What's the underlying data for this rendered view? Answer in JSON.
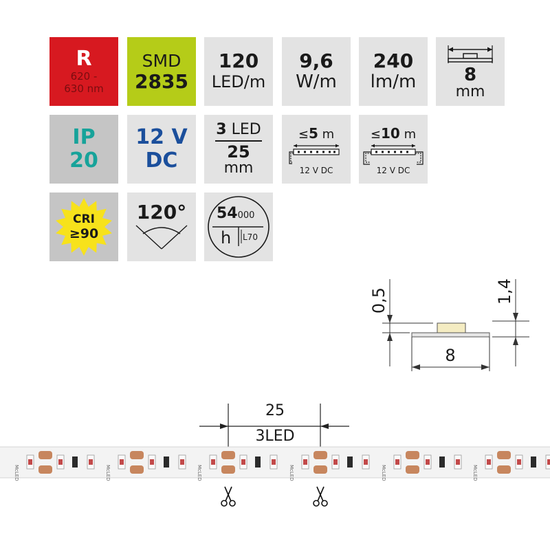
{
  "tiles": {
    "color": {
      "letter": "R",
      "wavelength_line1": "620 -",
      "wavelength_line2": "630 nm"
    },
    "smd": {
      "line1": "SMD",
      "line2": "2835"
    },
    "led_density": {
      "value": "120",
      "unit": "LED/m"
    },
    "power": {
      "value": "9,6",
      "unit": "W/m"
    },
    "luminous": {
      "value": "240",
      "unit": "lm/m"
    },
    "width": {
      "value": "8",
      "unit": "mm"
    },
    "ip": {
      "line1": "IP",
      "line2": "20"
    },
    "voltage": {
      "line1": "12 V",
      "line2": "DC"
    },
    "segment": {
      "count": "3",
      "count_unit": "LED",
      "length": "25",
      "length_unit": "mm"
    },
    "feed_one": {
      "prefix": "≤",
      "value": "5",
      "unit": "m",
      "voltage": "12 V DC"
    },
    "feed_two": {
      "prefix": "≤",
      "value": "10",
      "unit": "m",
      "voltage": "12 V DC"
    },
    "cri": {
      "line1": "CRI",
      "line2": "≥90"
    },
    "angle": {
      "value": "120°"
    },
    "lifetime": {
      "value": "54",
      "suffix": "000",
      "unit": "h",
      "standard": "L70"
    }
  },
  "profile": {
    "height_led": "0,5",
    "height_total": "1,4",
    "width": "8"
  },
  "strip": {
    "segment_length": "25",
    "segment_leds": "3LED",
    "brand": "McLED"
  },
  "colors": {
    "red": "#d71920",
    "green": "#b5cc18",
    "teal": "#17a39a",
    "blue": "#1b4f9c",
    "tile_gray": "#e3e3e3",
    "star": "#f7e21b",
    "pad": "#c7865e"
  }
}
